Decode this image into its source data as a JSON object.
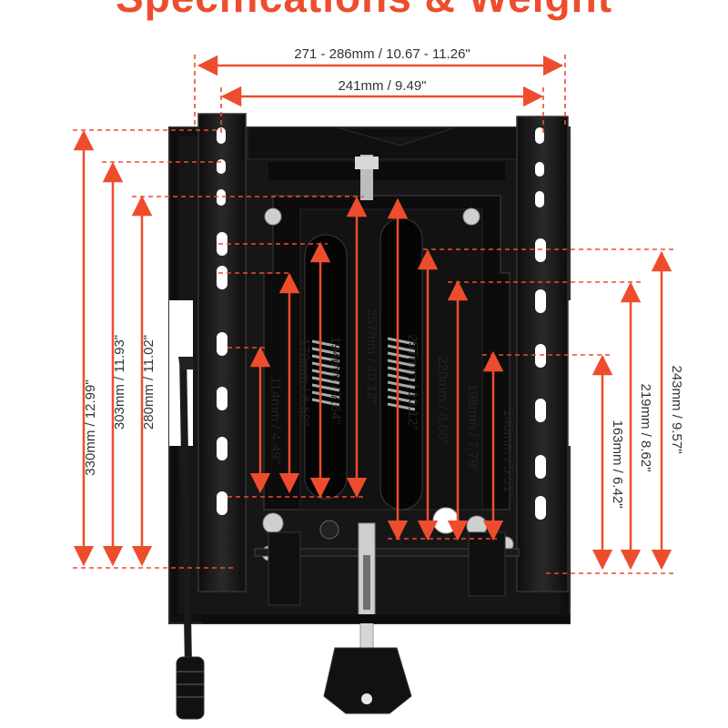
{
  "title": "Specifications & Weight",
  "colors": {
    "accent": "#ee4d2d",
    "frame": "#141414",
    "frame_edge": "#2c2c2c",
    "spring": "#9a9a9a",
    "steel": "#c8c8c8"
  },
  "icons": [
    "seat-slider-frame-illustration",
    "adjustment-handle",
    "star-knob"
  ],
  "dimensions": {
    "top_outer": "271 - 286mm / 10.67 - 11.26\"",
    "top_inner": "241mm / 9.49\"",
    "left_330": "330mm / 12.99\"",
    "left_303": "303mm / 11.93\"",
    "left_280": "280mm / 11.02\"",
    "inner_170": "170mm / 6.69\"",
    "inner_194": "194mm / 7.64\"",
    "inner_114": "114mm / 4.49\"",
    "center_257_left": "257mm / 10.12\"",
    "center_257_right": "257mm / 10.12\"",
    "right_220": "220mm / 8.66\"",
    "right_198": "198mm / 7.79\"",
    "right_140": "140mm / 5.51\"",
    "right_219": "219mm / 8.62\"",
    "right_163": "163mm / 6.42\"",
    "right_243": "243mm / 9.57\""
  }
}
